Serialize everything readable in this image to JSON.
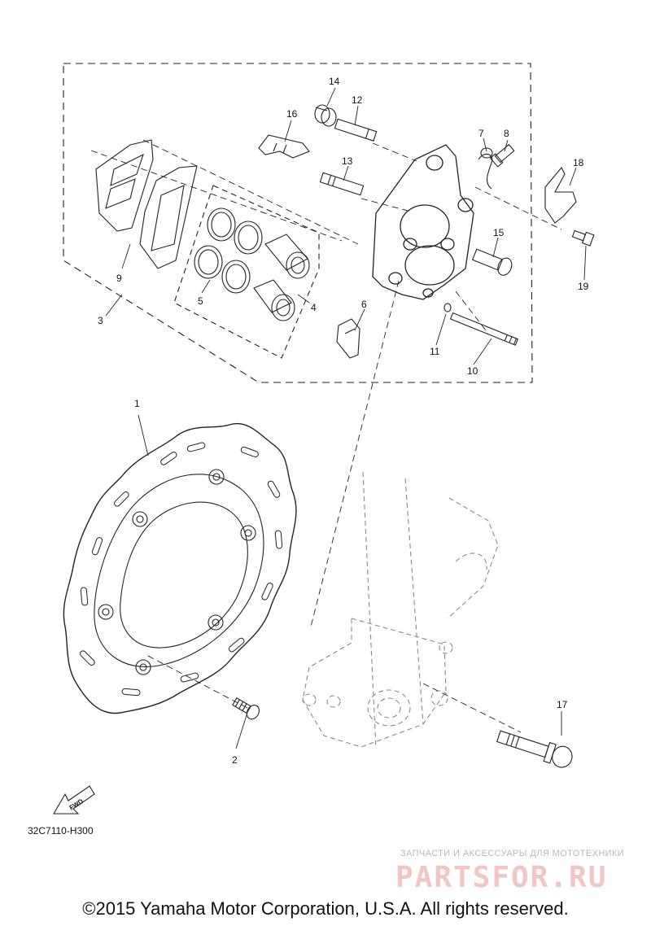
{
  "diagram": {
    "callouts": [
      {
        "id": "1",
        "label": "1"
      },
      {
        "id": "2",
        "label": "2"
      },
      {
        "id": "3",
        "label": "3"
      },
      {
        "id": "4",
        "label": "4"
      },
      {
        "id": "5",
        "label": "5"
      },
      {
        "id": "6",
        "label": "6"
      },
      {
        "id": "7",
        "label": "7"
      },
      {
        "id": "8",
        "label": "8"
      },
      {
        "id": "9",
        "label": "9"
      },
      {
        "id": "10",
        "label": "10"
      },
      {
        "id": "11",
        "label": "11"
      },
      {
        "id": "12",
        "label": "12"
      },
      {
        "id": "13",
        "label": "13"
      },
      {
        "id": "14",
        "label": "14"
      },
      {
        "id": "15",
        "label": "15"
      },
      {
        "id": "16",
        "label": "16"
      },
      {
        "id": "17",
        "label": "17"
      },
      {
        "id": "18",
        "label": "18"
      },
      {
        "id": "19",
        "label": "19"
      }
    ],
    "fwd_label": "FWD",
    "diagram_code": "32C7110-H300"
  },
  "watermark": {
    "tagline": "ЗАПЧАСТИ И АКСЕССУАРЫ ДЛЯ МОТОТЕХНИКИ",
    "logo_text": "PARTSFOR.RU"
  },
  "footer": {
    "copyright": "©2015 Yamaha Motor Corporation, U.S.A. All rights reserved."
  }
}
